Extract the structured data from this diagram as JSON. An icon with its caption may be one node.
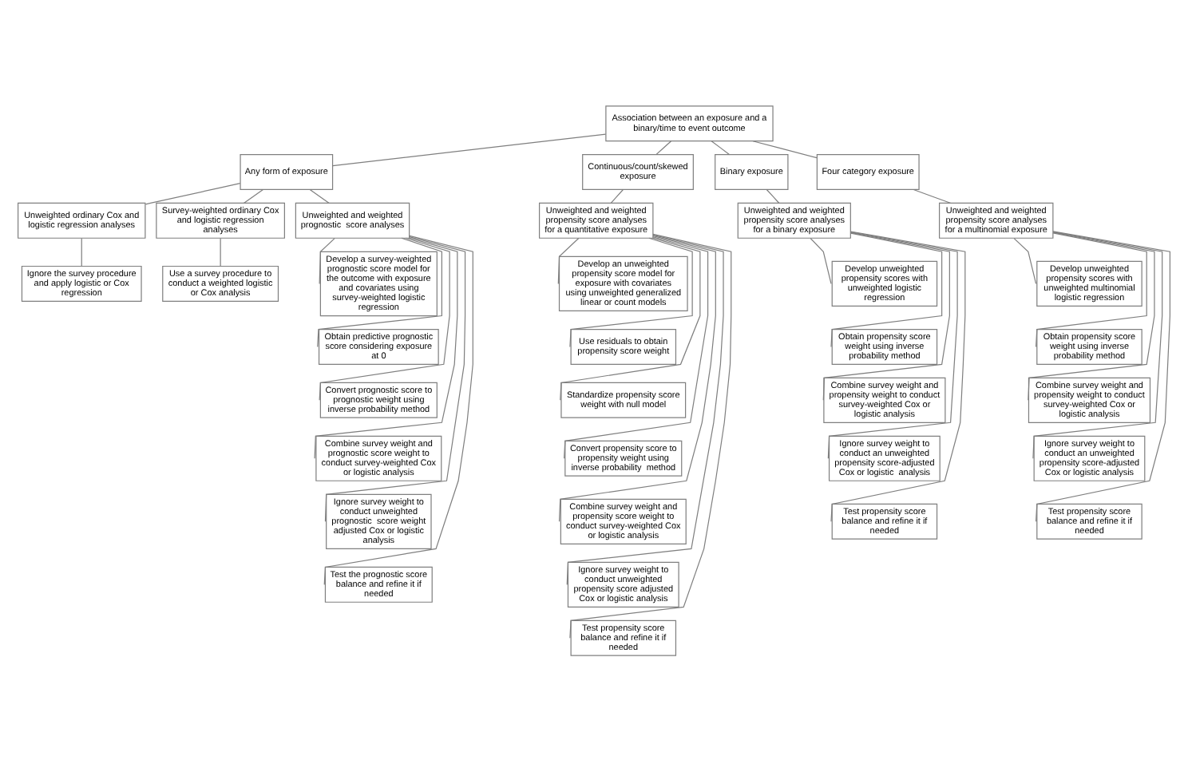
{
  "diagram": {
    "nodes": [
      {
        "text": [
          "Association between an exposure and a binary/time to event outcome"
        ]
      },
      {
        "text": [
          "Any form of exposure"
        ]
      },
      {
        "text": [
          "Continuous/count/skewed exposure"
        ]
      },
      {
        "text": [
          "Binary exposure"
        ]
      },
      {
        "text": [
          "Four category exposure"
        ]
      },
      {
        "text": [
          "Unweighted ordinary Cox and logistic regression analyses"
        ]
      },
      {
        "text": [
          "Survey-weighted ordinary Cox and logistic regression analyses"
        ]
      },
      {
        "text": [
          "Unweighted and weighted prognostic  score analyses"
        ]
      },
      {
        "text": [
          "Unweighted and weighted propensity score analyses for a quantitative exposure"
        ]
      },
      {
        "text": [
          "Unweighted and weighted propensity score analyses for a binary exposure"
        ]
      },
      {
        "text": [
          "Unweighted and weighted propensity score analyses for a multinomial exposure"
        ]
      },
      {
        "text": [
          "Ignore the survey procedure and apply logistic or Cox regression"
        ]
      },
      {
        "text": [
          "Use a survey procedure to conduct a weighted logistic or Cox analysis"
        ]
      },
      {
        "text": [
          "Develop a survey-weighted prognostic score model for the outcome with exposure and covariates using survey-weighted logistic regression"
        ]
      },
      {
        "text": [
          "Obtain predictive prognostic score considering exposure at 0"
        ]
      },
      {
        "text": [
          "Convert prognostic score to prognostic weight using inverse probability method"
        ]
      },
      {
        "text": [
          "Combine survey weight and prognostic score weight to conduct survey-weighted Cox or logistic analysis"
        ]
      },
      {
        "text": [
          "Ignore survey weight to conduct unweighted prognostic  score weight adjusted Cox or logistic analysis"
        ]
      },
      {
        "text": [
          "Test the prognostic score balance and refine it if needed"
        ]
      },
      {
        "text": [
          "Develop an unweighted propensity score model for exposure with covariates using unweighted generalized linear or count models"
        ]
      },
      {
        "text": [
          "Use residuals to obtain propensity score weight"
        ]
      },
      {
        "text": [
          "Standardize propensity score weight with null model"
        ]
      },
      {
        "text": [
          "Convert propensity score to propensity weight using inverse probability  method"
        ]
      },
      {
        "text": [
          "Combine survey weight and propensity score weight to conduct survey-weighted Cox or logistic analysis"
        ]
      },
      {
        "text": [
          "Ignore survey weight to conduct unweighted propensity score adjusted Cox or logistic analysis"
        ]
      },
      {
        "text": [
          "Test propensity score balance and refine it if needed"
        ]
      },
      {
        "text": [
          "Develop unweighted propensity scores with unweighted logistic regression"
        ]
      },
      {
        "text": [
          "Obtain propensity score weight using inverse probability method"
        ]
      },
      {
        "text": [
          "Combine survey weight and propensity weight to conduct survey-weighted Cox or logistic analysis"
        ]
      },
      {
        "text": [
          "Ignore survey weight to conduct an unweighted propensity score-adjusted Cox or logistic  analysis"
        ]
      },
      {
        "text": [
          "Test propensity score balance and refine it if needed"
        ]
      },
      {
        "text": [
          "Develop unweighted propensity scores with unweighted multinomial logistic regression"
        ]
      },
      {
        "text": [
          "Obtain propensity score weight using inverse probability method"
        ]
      },
      {
        "text": [
          "Combine survey weight and propensity weight to conduct survey-weighted Cox or logistic analysis"
        ]
      },
      {
        "text": [
          "Ignore survey weight to conduct an unweighted propensity score-adjusted Cox or logistic analysis"
        ]
      },
      {
        "text": [
          "Test propensity score balance and refine it if needed"
        ]
      }
    ],
    "edges": [
      {
        "from": 0,
        "to": 1,
        "arrow": "none"
      },
      {
        "from": 0,
        "to": 2,
        "arrow": "none"
      },
      {
        "from": 0,
        "to": 3,
        "arrow": "none"
      },
      {
        "from": 0,
        "to": 4,
        "arrow": "none"
      },
      {
        "from": 1,
        "to": 5,
        "arrow": "none"
      },
      {
        "from": 1,
        "to": 6,
        "arrow": "none"
      },
      {
        "from": 1,
        "to": 7,
        "arrow": "none"
      },
      {
        "from": 2,
        "to": 8,
        "arrow": "none"
      },
      {
        "from": 3,
        "to": 9,
        "arrow": "none"
      },
      {
        "from": 4,
        "to": 10,
        "arrow": "none"
      },
      {
        "from": 5,
        "to": 11,
        "arrow": "none"
      },
      {
        "from": 6,
        "to": 12,
        "arrow": "none"
      },
      {
        "from": 7,
        "to": 13,
        "arrow": "none"
      },
      {
        "from": 7,
        "to": 14,
        "arrow": "none"
      },
      {
        "from": 7,
        "to": 15,
        "arrow": "none"
      },
      {
        "from": 7,
        "to": 16,
        "arrow": "none"
      },
      {
        "from": 7,
        "to": 17,
        "arrow": "none"
      },
      {
        "from": 7,
        "to": 18,
        "arrow": "none"
      },
      {
        "from": 8,
        "to": 19,
        "arrow": "none"
      },
      {
        "from": 8,
        "to": 20,
        "arrow": "none"
      },
      {
        "from": 8,
        "to": 21,
        "arrow": "none"
      },
      {
        "from": 8,
        "to": 22,
        "arrow": "none"
      },
      {
        "from": 8,
        "to": 23,
        "arrow": "none"
      },
      {
        "from": 8,
        "to": 24,
        "arrow": "none"
      },
      {
        "from": 8,
        "to": 25,
        "arrow": "none"
      },
      {
        "from": 9,
        "to": 26,
        "arrow": "none"
      },
      {
        "from": 9,
        "to": 27,
        "arrow": "none"
      },
      {
        "from": 9,
        "to": 28,
        "arrow": "none"
      },
      {
        "from": 9,
        "to": 29,
        "arrow": "none"
      },
      {
        "from": 9,
        "to": 30,
        "arrow": "none"
      },
      {
        "from": 10,
        "to": 31,
        "arrow": "none"
      },
      {
        "from": 10,
        "to": 32,
        "arrow": "none"
      },
      {
        "from": 10,
        "to": 33,
        "arrow": "none"
      },
      {
        "from": 10,
        "to": 34,
        "arrow": "none"
      },
      {
        "from": 10,
        "to": 35,
        "arrow": "none"
      }
    ]
  }
}
